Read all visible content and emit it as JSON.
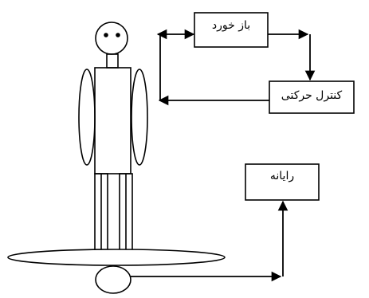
{
  "boxes": {
    "feedback": "باز خورد",
    "motor_control": "کنترل حرکتی",
    "computer": "رایانه"
  },
  "colors": {
    "stroke": "#000000",
    "fill": "#ffffff"
  }
}
